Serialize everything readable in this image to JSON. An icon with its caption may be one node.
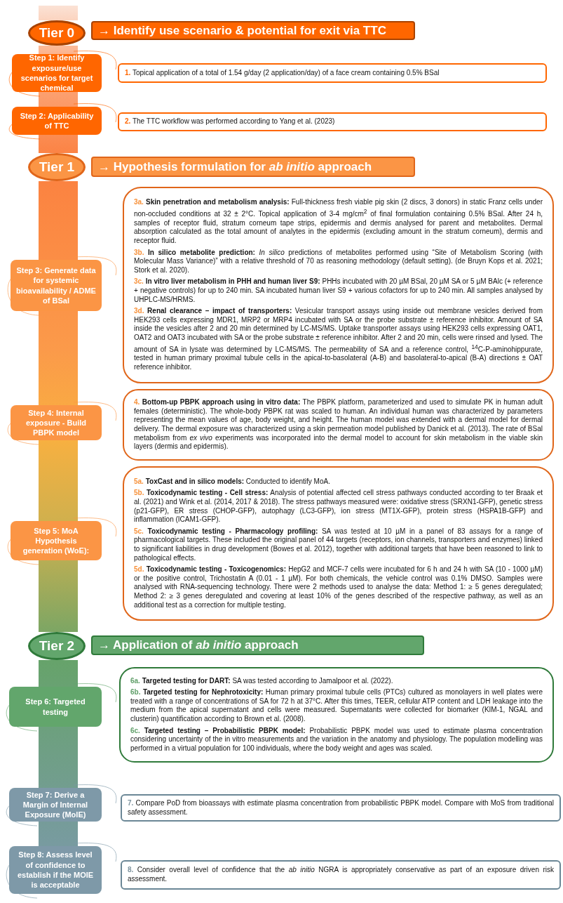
{
  "diagram": {
    "nodes": [
      {
        "text": [
          "Tier 0"
        ]
      },
      {
        "text": [
          "→ Identify use scenario & potential for exit via TTC"
        ]
      },
      {
        "text": [
          "Step 1: Identify exposure/use scenarios for target chemical"
        ]
      },
      {
        "text": [
          "1. Topical application of a total of 1.54 g/day (2 application/day) of a face cream containing 0.5% BSal"
        ]
      },
      {
        "text": [
          "Step 2: Applicability of TTC"
        ]
      },
      {
        "text": [
          "2. The TTC workflow was performed according to Yang et al. (2023)"
        ]
      },
      {
        "text": [
          "Tier 1"
        ]
      },
      {
        "text": [
          "→ Hypothesis formulation for *ab initio* approach"
        ]
      },
      {
        "text": [
          "Step 3: Generate data for systemic bioavailability / ADME of BSal"
        ]
      },
      {
        "text": [
          "3a. **Skin penetration and metabolism analysis:** Full-thickness fresh viable pig skin (2 discs, 3 donors) in static Franz cells under non-occluded conditions at 32 ± 2°C. Topical application of 3-4 mg/cm$^{2}$ of final formulation containing 0.5% BSal. After 24 h, samples of receptor fluid, stratum corneum tape strips, epidermis and dermis analysed for parent and metabolites. Dermal absorption calculated as the total amount of analytes in the epidermis (excluding amount in the stratum corneum), dermis and receptor fluid.",
          "3b. **In silico metabolite prediction:** *In silico* predictions of metabolites performed using “Site of Metabolism Scoring (with Molecular Mass Variance)” with a relative threshold of 70 as reasoning methodology (default setting). (de Bruyn Kops et al. 2021; Stork et al. 2020).",
          "3c. **In vitro liver metabolism in PHH and human liver S9:** PHHs incubated with 20 µM BSal, 20 µM SA or 5 µM BAlc (+ reference + negative controls) for up to 240 min. SA incubated human liver S9 + various cofactors for up to 240 min. All samples analysed by UHPLC-MS/HRMS.",
          "3d. **Renal clearance – impact of transporters:** Vesicular transport assays using inside out membrane vesicles derived from HEK293 cells expressing MDR1, MRP2 or MRP4 incubated with SA or the probe substrate ± reference inhibitor. Amount of SA inside the vesicles after 2 and 20 min determined by LC-MS/MS. Uptake transporter assays using HEK293 cells expressing OAT1, OAT2 and OAT3 incubated with SA or the probe substrate ± reference inhibitor. After 2 and 20 min, cells were rinsed and lysed. The amount of SA in lysate was determined by LC-MS/MS. The permeability of SA and a reference control, $^{14}$C-P-aminohippurate, tested in human primary proximal tubule cells in the apical-to-basolateral (A-B) and basolateral-to-apical (B-A) directions ± OAT reference inhibitor."
        ]
      },
      {
        "text": [
          "Step 4: Internal exposure - Build PBPK model"
        ]
      },
      {
        "text": [
          "4. **Bottom-up PBPK approach using in vitro data:** The PBPK platform, parameterized and used to simulate PK in human adult females (deterministic). The whole-body PBPK rat was scaled to human. An individual human was characterized by parameters representing the mean values of age, body weight, and height. The human model was extended with a dermal model for dermal delivery. The dermal exposure was characterized using a skin permeation model published by Danick et al. (2013). The rate of BSal metabolism from *ex vivo* experiments was incorporated into the dermal model to account for skin metabolism in the viable skin layers (dermis and epidermis)."
        ]
      },
      {
        "text": [
          "Step 5: MoA Hypothesis generation (WoE):"
        ]
      },
      {
        "text": [
          "5a. **ToxCast and in silico models:** Conducted to identify MoA.",
          "5b. **Toxicodynamic testing - Cell stress:** Analysis of potential affected cell stress pathways conducted according to ter Braak et al. (2021) and Wink et al. (2014, 2017 & 2018). The stress pathways measured were: oxidative stress (SRXN1-GFP), genetic stress (p21-GFP), ER stress (CHOP-GFP), autophagy (LC3-GFP), ion stress (MT1X-GFP), protein stress (HSPA1B-GFP) and inflammation (ICAM1-GFP).",
          "5c. **Toxicodynamic testing - Pharmacology profiling:** SA was tested at 10 µM in a panel of 83 assays for a range of pharmacological targets. These included the original panel of 44 targets (receptors, ion channels, transporters and enzymes) linked to significant liabilities in drug development (Bowes et al. 2012), together with additional targets that have been reasoned to link to pathological effects.",
          "5d. **Toxicodynamic testing - Toxicogenomics:** HepG2 and MCF-7 cells were incubated for 6 h and 24 h with SA (10 - 1000 µM) or the positive control, Trichostatin A (0.01 - 1 µM). For both chemicals, the vehicle control was 0.1% DMSO. Samples were analysed with RNA-sequencing technology. There were 2 methods used to analyse the data: Method 1: ≥ 5 genes deregulated; Method 2: ≥ 3 genes deregulated and covering at least 10% of the genes described of the respective pathway, as well as an additional test as a correction for multiple testing."
        ]
      },
      {
        "text": [
          "Tier 2"
        ]
      },
      {
        "text": [
          "→ Application of *ab initio* approach"
        ]
      },
      {
        "text": [
          "Step 6: Targeted testing"
        ]
      },
      {
        "text": [
          "6a. **Targeted testing for DART:** SA was tested according to Jamalpoor et al. (2022).",
          "6b. **Targeted testing for Nephrotoxicity:** Human primary proximal tubule cells (PTCs) cultured as monolayers in well plates were treated with a range of concentrations of SA for 72 h at 37°C. After this times, TEER, cellular ATP content and LDH leakage into the medium from the apical supernatant and cells were measured. Supernatants were collected for biomarker (KIM-1, NGAL and clusterin) quantification according to Brown et al. (2008).",
          "6c. **Targeted testing – Probabilistic PBPK model:** Probabilistic PBPK model was used to estimate plasma concentration considering uncertainty of the in vitro measurements and the variation in the anatomy and physiology. The population modelling was performed in a virtual population for 100 individuals, where the body weight and ages was scaled."
        ]
      },
      {
        "text": [
          "Step 7: Derive a Margin of Internal Exposure (MoIE)"
        ]
      },
      {
        "text": [
          "7. Compare PoD from bioassays with estimate plasma concentration from probabilistic PBPK model. Compare with MoS from traditional safety assessment."
        ]
      },
      {
        "text": [
          "Step 8: Assess level of confidence to establish if the MOIE is acceptable"
        ]
      },
      {
        "text": [
          "8. Consider overall level of confidence that the *ab initio* NGRA is appropriately conservative as part of an exposure driven risk assessment."
        ]
      }
    ],
    "edges": [
      {
        "from": null,
        "to": 0,
        "arrow": "none",
        "style": "thick"
      },
      {
        "from": 0,
        "to": 2,
        "arrow": "none",
        "style": "thick"
      },
      {
        "from": 2,
        "to": 4,
        "arrow": "none",
        "style": "thick"
      },
      {
        "from": 4,
        "to": 6,
        "arrow": "none",
        "style": "thick"
      },
      {
        "from": 6,
        "to": 8,
        "arrow": "none",
        "style": "thick"
      },
      {
        "from": 8,
        "to": 10,
        "arrow": "none",
        "style": "thick"
      },
      {
        "from": 10,
        "to": 12,
        "arrow": "none",
        "style": "thick"
      },
      {
        "from": 12,
        "to": 14,
        "arrow": "none",
        "style": "thick"
      },
      {
        "from": 14,
        "to": 16,
        "arrow": "none",
        "style": "thick"
      },
      {
        "from": 16,
        "to": 18,
        "arrow": "none",
        "style": "thick"
      },
      {
        "from": 18,
        "to": 20,
        "arrow": "none",
        "style": "thick"
      }
    ]
  }
}
